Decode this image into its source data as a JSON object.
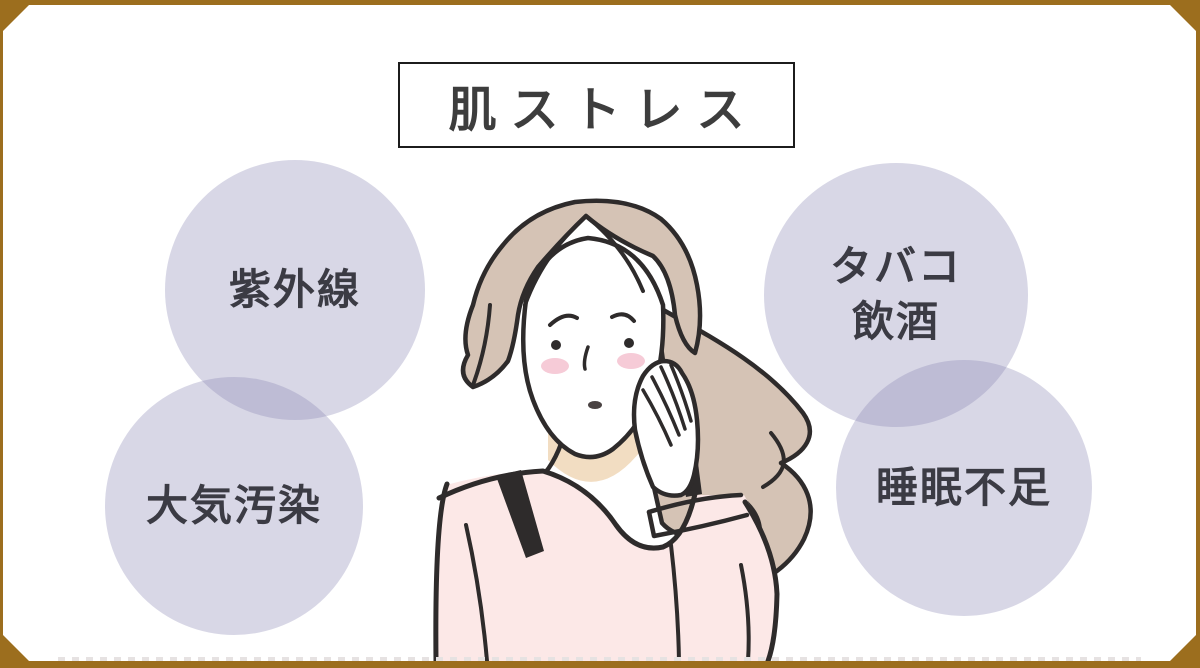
{
  "title": {
    "text": "肌ストレス"
  },
  "stress_factors": [
    {
      "id": "uv",
      "label": "紫外線"
    },
    {
      "id": "air-pollution",
      "label": "大気汚染"
    },
    {
      "id": "tobacco-alcohol",
      "label": "タバコ\n飲酒"
    },
    {
      "id": "sleep-deprivation",
      "label": "睡眠不足"
    }
  ],
  "illustration": {
    "description": "悩んだ表情で頬に手を当てる女性のイラスト"
  },
  "colors": {
    "frame_brown": "#9c6e1e",
    "card_white": "#ffffff",
    "circle_lavender": "#d8d7e5",
    "circle_overlap": "#c5c3d8",
    "text_dark": "#3b3b44",
    "hair_beige": "#d5c3b5",
    "skin_shadow": "#f2ddc2",
    "blush_pink": "#f6cbd7",
    "top_pink": "#fce8e7",
    "outline": "#2e2b2b"
  }
}
